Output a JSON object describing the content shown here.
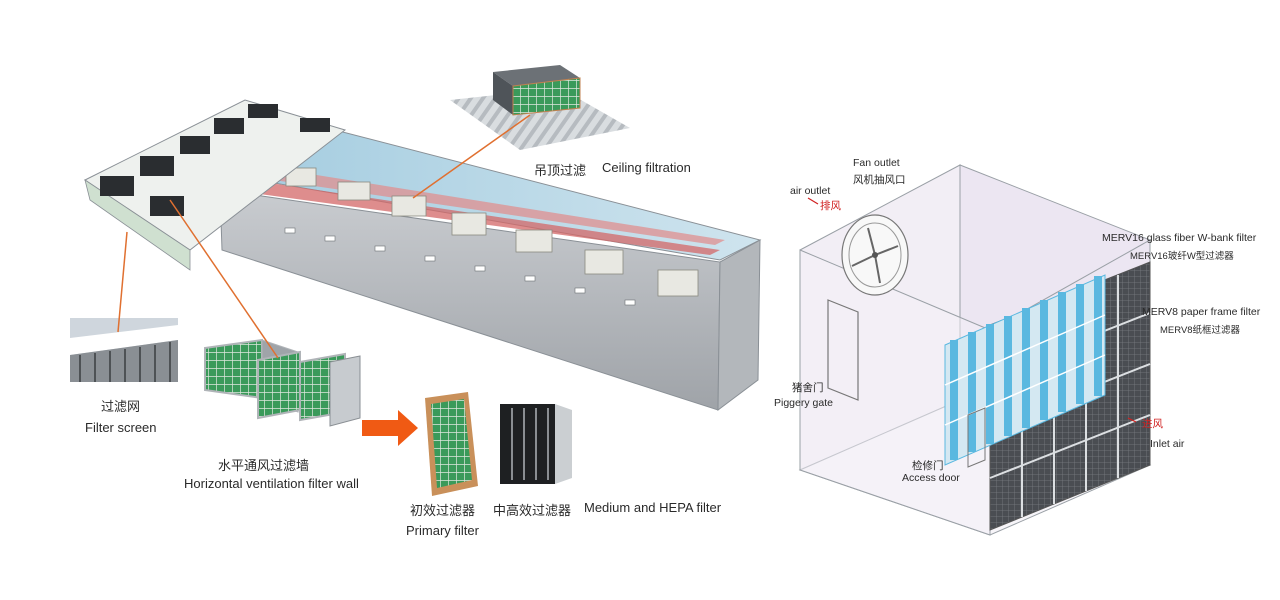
{
  "left_diagram": {
    "ceiling": {
      "zh": "吊顶过滤",
      "en": "Ceiling filtration"
    },
    "filter_screen": {
      "zh": "过滤网",
      "en": "Filter screen"
    },
    "filter_wall": {
      "zh": "水平通风过滤墙",
      "en": "Horizontal ventilation filter wall"
    },
    "primary_filter": {
      "zh": "初效过滤器",
      "en": "Primary filter"
    },
    "hepa_filter": {
      "zh": "中高效过滤器",
      "en": "Medium and HEPA filter"
    }
  },
  "right_diagram": {
    "fan_outlet": {
      "en": "Fan outlet",
      "zh": "风机抽风口"
    },
    "air_outlet": {
      "en": "air outlet",
      "zh": "排风"
    },
    "merv16": {
      "en": "MERV16 glass fiber W-bank filter",
      "zh": "MERV16玻纤W型过滤器"
    },
    "merv8": {
      "en": "MERV8 paper frame filter",
      "zh": "MERV8纸框过滤器"
    },
    "piggery_gate": {
      "zh": "猪舍门",
      "en": "Piggery gate"
    },
    "access_door": {
      "zh": "检修门",
      "en": "Access door"
    },
    "inlet_air": {
      "zh": "进风",
      "en": "Inlet air"
    }
  },
  "colors": {
    "leader_line": "#e07030",
    "arrow": "#f05a14",
    "filter_green": "#3a9a5a",
    "merv_blue": "#5ab8e0"
  }
}
